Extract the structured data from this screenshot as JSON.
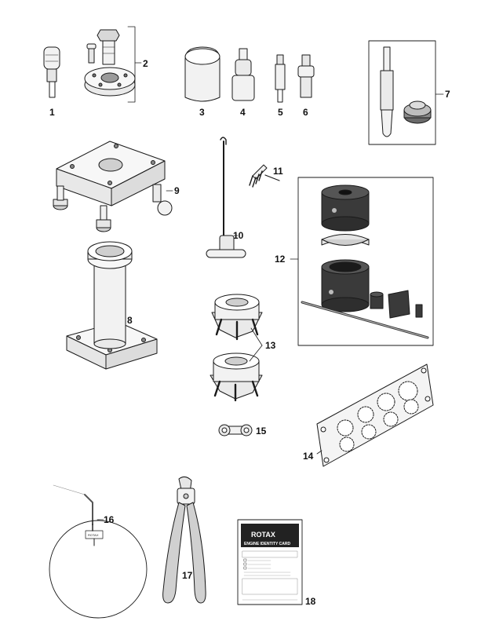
{
  "callouts": {
    "p1": "1",
    "p2": "2",
    "p3": "3",
    "p4": "4",
    "p5": "5",
    "p6": "6",
    "p7": "7",
    "p8": "8",
    "p9": "9",
    "p10": "10",
    "p11": "11",
    "p12": "12",
    "p13": "13",
    "p14": "14",
    "p15": "15",
    "p16": "16",
    "p17": "17",
    "p18": "18"
  },
  "card": {
    "brand": "ROTAX",
    "title": "ENGINE IDENTITY CARD"
  },
  "tag_label": "ROTAX",
  "colors": {
    "line": "#1a1a1a",
    "dark_part": "#3a3a3a",
    "light_part": "#f2f2f2",
    "card_header": "#222222"
  }
}
